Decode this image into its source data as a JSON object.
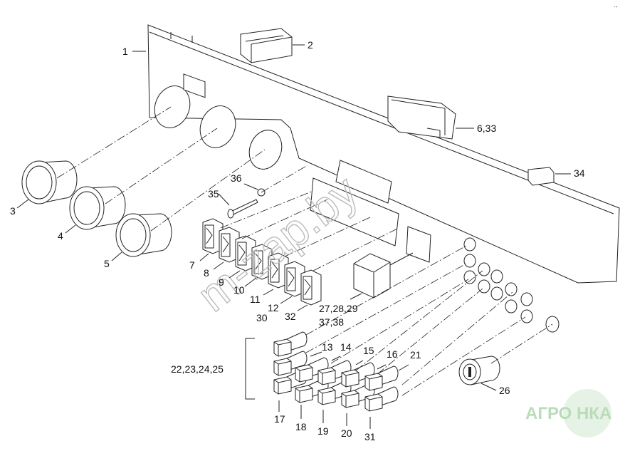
{
  "diagram": {
    "callouts": [
      {
        "id": "panel",
        "text": "1"
      },
      {
        "id": "cover",
        "text": "2"
      },
      {
        "id": "gauge-a",
        "text": "3"
      },
      {
        "id": "gauge-b",
        "text": "4"
      },
      {
        "id": "gauge-c",
        "text": "5"
      },
      {
        "id": "module",
        "text": "6,33"
      },
      {
        "id": "connector",
        "text": "34"
      },
      {
        "id": "screw",
        "text": "35"
      },
      {
        "id": "washer",
        "text": "36"
      },
      {
        "id": "sw7",
        "text": "7"
      },
      {
        "id": "sw8",
        "text": "8"
      },
      {
        "id": "sw9",
        "text": "9"
      },
      {
        "id": "sw10",
        "text": "10"
      },
      {
        "id": "sw11",
        "text": "11"
      },
      {
        "id": "sw12",
        "text": "12"
      },
      {
        "id": "sw30",
        "text": "30"
      },
      {
        "id": "sw32",
        "text": "32"
      },
      {
        "id": "box",
        "text": "27,28,29"
      },
      {
        "id": "box2",
        "text": "37,38"
      },
      {
        "id": "lamp13",
        "text": "13"
      },
      {
        "id": "lamp14",
        "text": "14"
      },
      {
        "id": "lamp15",
        "text": "15"
      },
      {
        "id": "lamp16",
        "text": "16"
      },
      {
        "id": "lamp21",
        "text": "21"
      },
      {
        "id": "group",
        "text": "22,23,24,25"
      },
      {
        "id": "lamp17",
        "text": "17"
      },
      {
        "id": "lamp18",
        "text": "18"
      },
      {
        "id": "lamp19",
        "text": "19"
      },
      {
        "id": "lamp20",
        "text": "20"
      },
      {
        "id": "lamp31",
        "text": "31"
      },
      {
        "id": "ignition",
        "text": "26"
      }
    ],
    "watermark": "m-zap.by",
    "logo": "АГРО НКА",
    "colors": {
      "line": "#222222",
      "watermark": "#bbbbbb",
      "logo": "#b9dcb9"
    }
  }
}
